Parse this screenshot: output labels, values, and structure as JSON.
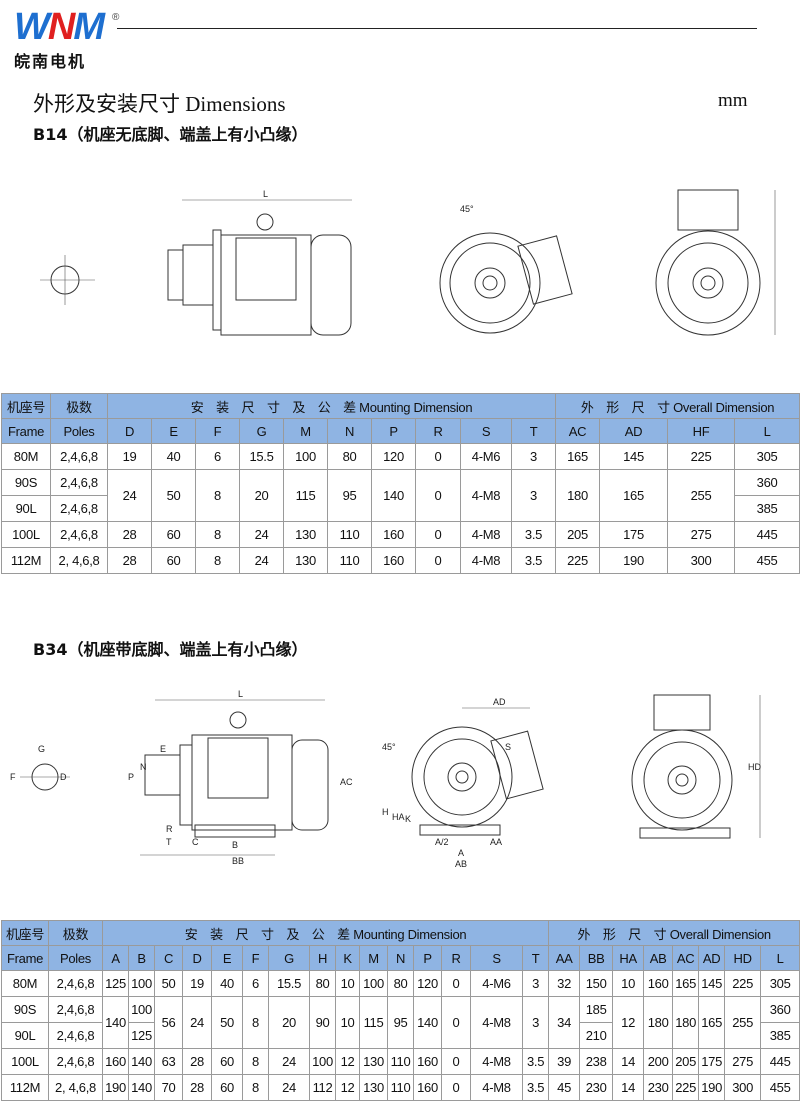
{
  "logo": {
    "mark_w": "W",
    "mark_n": "N",
    "mark_m": "M",
    "registered": "®",
    "company": "皖南电机"
  },
  "title": "外形及安装尺寸  Dimensions",
  "unit": "mm",
  "b14": {
    "heading": "B14（机座无底脚、端盖上有小凸缘）",
    "drawing_labels": {
      "l": "L",
      "angle": "45°"
    },
    "table": {
      "frame_cn": "机座号",
      "frame_en": "Frame",
      "poles_cn": "极数",
      "poles_en": "Poles",
      "mounting": "安　装　尺　寸　及　公　差 Mounting Dimension",
      "overall": "外　形　尺　寸 Overall Dimension",
      "mounting_cols": [
        "D",
        "E",
        "F",
        "G",
        "M",
        "N",
        "P",
        "R",
        "S",
        "T"
      ],
      "overall_cols": [
        "AC",
        "AD",
        "HF",
        "L"
      ],
      "rows": [
        [
          "80M",
          "2,4,6,8",
          "19",
          "40",
          "6",
          "15.5",
          "100",
          "80",
          "120",
          "0",
          "4-M6",
          "3",
          "165",
          "145",
          "225",
          "305"
        ],
        [
          "90S",
          "2,4,6,8",
          "24",
          "50",
          "8",
          "20",
          "115",
          "95",
          "140",
          "0",
          "4-M8",
          "3",
          "180",
          "165",
          "255",
          "360"
        ],
        [
          "90L",
          "2,4,6,8",
          null,
          null,
          null,
          null,
          null,
          null,
          null,
          null,
          null,
          null,
          null,
          null,
          null,
          "385"
        ],
        [
          "100L",
          "2,4,6,8",
          "28",
          "60",
          "8",
          "24",
          "130",
          "110",
          "160",
          "0",
          "4-M8",
          "3.5",
          "205",
          "175",
          "275",
          "445"
        ],
        [
          "112M",
          "2, 4,6,8",
          "28",
          "60",
          "8",
          "24",
          "130",
          "110",
          "160",
          "0",
          "4-M8",
          "3.5",
          "225",
          "190",
          "300",
          "455"
        ]
      ]
    }
  },
  "b34": {
    "heading": "B34（机座带底脚、端盖上有小凸缘）",
    "drawing_labels": {
      "l": "L",
      "ac": "AC",
      "p": "P",
      "n": "N",
      "e": "E",
      "r": "R",
      "t": "T",
      "c": "C",
      "b": "B",
      "bb": "BB",
      "g": "G",
      "d": "D",
      "f": "F",
      "ad": "AD",
      "hd": "HD",
      "angle": "45°",
      "s": "S",
      "h": "H",
      "ha": "HA",
      "k": "K",
      "a2": "A/2",
      "a": "A",
      "ab": "AB",
      "aa": "AA"
    },
    "table": {
      "frame_cn": "机座号",
      "frame_en": "Frame",
      "poles_cn": "极数",
      "poles_en": "Poles",
      "mounting": "安　装　尺　寸　及　公　差 Mounting Dimension",
      "overall": "外　形　尺　寸 Overall Dimension",
      "mounting_cols": [
        "A",
        "B",
        "C",
        "D",
        "E",
        "F",
        "G",
        "H",
        "K",
        "M",
        "N",
        "P",
        "R",
        "S",
        "T"
      ],
      "overall_cols": [
        "AA",
        "BB",
        "HA",
        "AB",
        "AC",
        "AD",
        "HD",
        "L"
      ],
      "rows": [
        [
          "80M",
          "2,4,6,8",
          "125",
          "100",
          "50",
          "19",
          "40",
          "6",
          "15.5",
          "80",
          "10",
          "100",
          "80",
          "120",
          "0",
          "4-M6",
          "3",
          "32",
          "150",
          "10",
          "160",
          "165",
          "145",
          "225",
          "305"
        ],
        [
          "90S",
          "2,4,6,8",
          "140",
          "100",
          "56",
          "24",
          "50",
          "8",
          "20",
          "90",
          "10",
          "115",
          "95",
          "140",
          "0",
          "4-M8",
          "3",
          "34",
          "185",
          "12",
          "180",
          "180",
          "165",
          "255",
          "360"
        ],
        [
          "90L",
          "2,4,6,8",
          null,
          "125",
          null,
          null,
          null,
          null,
          null,
          null,
          null,
          null,
          null,
          null,
          null,
          null,
          null,
          null,
          "210",
          null,
          null,
          null,
          null,
          null,
          "385"
        ],
        [
          "100L",
          "2,4,6,8",
          "160",
          "140",
          "63",
          "28",
          "60",
          "8",
          "24",
          "100",
          "12",
          "130",
          "110",
          "160",
          "0",
          "4-M8",
          "3.5",
          "39",
          "238",
          "14",
          "200",
          "205",
          "175",
          "275",
          "445"
        ],
        [
          "112M",
          "2, 4,6,8",
          "190",
          "140",
          "70",
          "28",
          "60",
          "8",
          "24",
          "112",
          "12",
          "130",
          "110",
          "160",
          "0",
          "4-M8",
          "3.5",
          "45",
          "230",
          "14",
          "230",
          "225",
          "190",
          "300",
          "455"
        ]
      ]
    }
  }
}
